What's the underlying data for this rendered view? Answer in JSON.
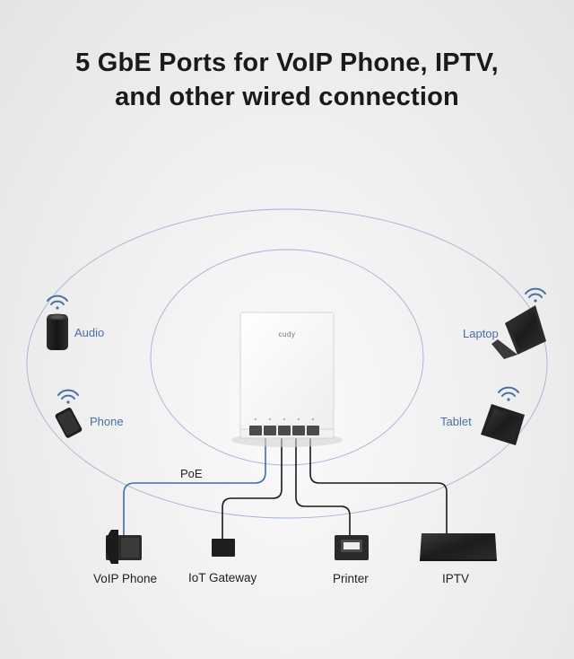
{
  "title": {
    "line1": "5 GbE Ports for VoIP Phone, IPTV,",
    "line2": "and other wired connection"
  },
  "device": {
    "brand": "cudy"
  },
  "wireless_devices": [
    {
      "id": "audio",
      "label": "Audio",
      "icon": "speaker-icon"
    },
    {
      "id": "phone",
      "label": "Phone",
      "icon": "smartphone-icon"
    },
    {
      "id": "laptop",
      "label": "Laptop",
      "icon": "laptop-icon"
    },
    {
      "id": "tablet",
      "label": "Tablet",
      "icon": "tablet-icon"
    }
  ],
  "wired_devices": [
    {
      "id": "voip",
      "label": "VoIP Phone",
      "icon": "desk-phone-icon"
    },
    {
      "id": "iot",
      "label": "IoT Gateway",
      "icon": "iot-gateway-icon"
    },
    {
      "id": "printer",
      "label": "Printer",
      "icon": "printer-icon"
    },
    {
      "id": "iptv",
      "label": "IPTV",
      "icon": "tv-icon"
    }
  ],
  "connections": {
    "poe_label": "PoE"
  },
  "colors": {
    "wifi_accent": "#4a6fa5",
    "poe_cable": "#3f6cb0",
    "cable": "#1a1a1a"
  }
}
